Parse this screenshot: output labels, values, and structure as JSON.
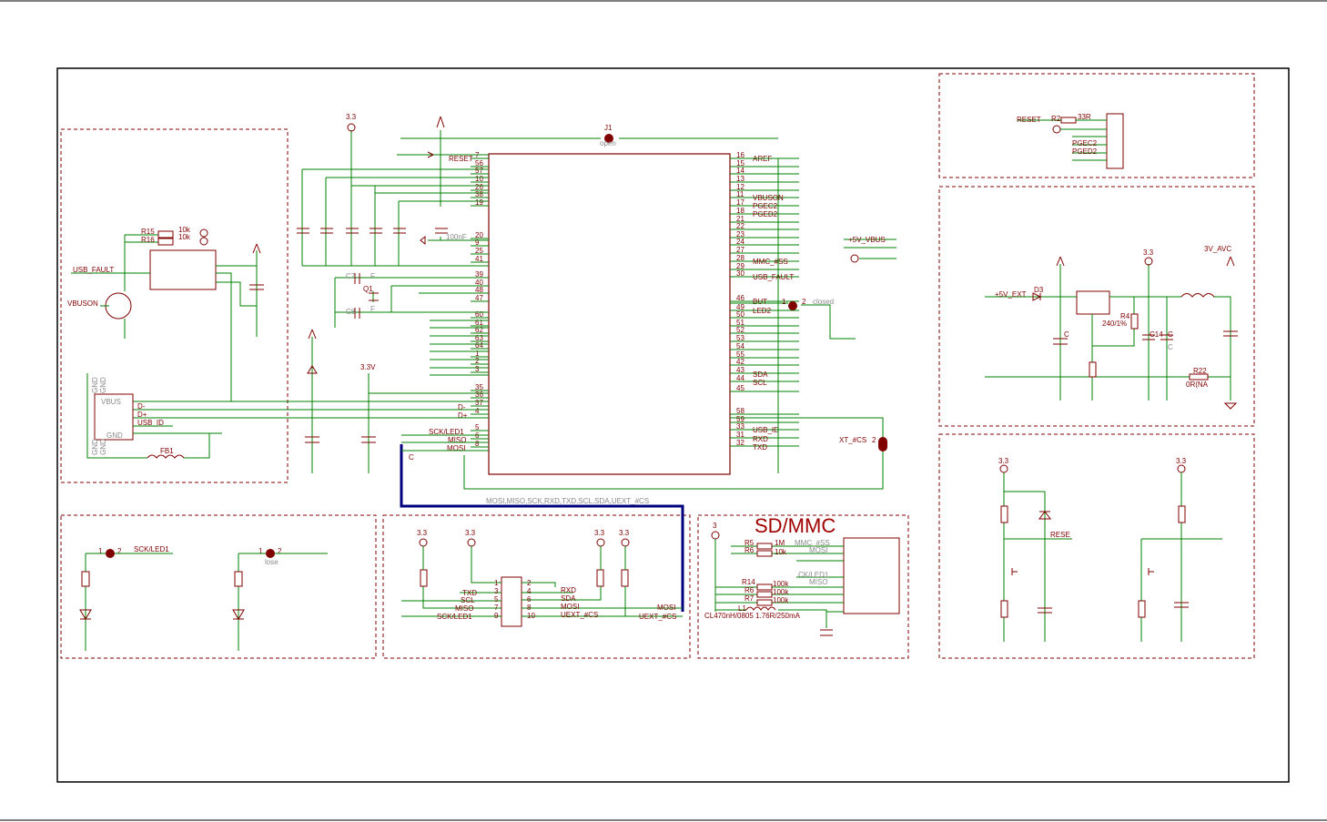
{
  "big_title": "SD/MMC",
  "pins_left": [
    "7",
    "56",
    "57",
    "10",
    "26",
    "38",
    "19",
    "20",
    "9",
    "25",
    "41",
    "39",
    "40",
    "48",
    "47",
    "60",
    "61",
    "62",
    "63",
    "64",
    "1",
    "2",
    "3",
    "35",
    "36",
    "37",
    "4",
    "5",
    "6",
    "8"
  ],
  "pins_right": [
    "16",
    "15",
    "14",
    "13",
    "12",
    "11",
    "17",
    "18",
    "21",
    "22",
    "23",
    "24",
    "27",
    "28",
    "29",
    "30",
    "46",
    "49",
    "50",
    "51",
    "52",
    "53",
    "54",
    "55",
    "42",
    "43",
    "44",
    "45",
    "58",
    "59",
    "33",
    "31",
    "32"
  ],
  "mcu_left_labels": {
    "reset": "RESET",
    "dm": "D-",
    "dp": "D+",
    "sck": "SCK/LED1",
    "miso": "MISO",
    "mosi": "MOSI",
    "c": "C"
  },
  "mcu_right_labels": {
    "aref": "AREF",
    "vbuson": "VBUSON",
    "pgec2": "PGEC2",
    "pged2": "PGED2",
    "mmc_ss": "MMC_#SS",
    "usb_fault": "USB_FAULT",
    "but": "BUT",
    "led2": "LED2",
    "sda": "SDA",
    "scl": "SCL",
    "usb_id": "USB_ID",
    "rxd": "RXD",
    "txd": "TXD"
  },
  "labels": {
    "v33_top": "3.3",
    "v33v": "3.3V",
    "j1": "J1",
    "open": "open",
    "cap_100nf": "100nF",
    "closed": "closed",
    "j1_p1": "1",
    "j1_p2": "2",
    "c_c7": "C7",
    "c_c8": "C8",
    "q1": "Q1",
    "f1": "F",
    "f2": "F",
    "vbus5": "+5V_VBUS",
    "xt_cs": "XT_#CS",
    "xt_2": "2",
    "usb_fault": "USB_FAULT",
    "vbuson": "VBUSON",
    "r15": "R15",
    "r16": "R16",
    "k10a": "10k",
    "k10b": "10k",
    "vbus": "VBUS",
    "dm": "D-",
    "dp": "D+",
    "usb_id": "USB_ID",
    "gnd": "GND",
    "fb1": "FB1",
    "gnd_a": "GND",
    "gnd_b": "GND",
    "gnd_c": "GND",
    "gnd_d": "GND",
    "bus_label": "MOSI,MISO,SCK,RXD,TXD,SCL,SDA,UEXT_#CS",
    "sck_led1": "SCK/LED1",
    "lose": "lose",
    "p1a": "1",
    "p2a": "2",
    "p1b": "1",
    "p2b": "2",
    "u33a": "3.3",
    "u33b": "3.3",
    "u33c": "3.3",
    "u33d": "3.3",
    "txd": "TXD",
    "scl": "SCL",
    "miso": "MISO",
    "sckl": "SCK/LED1",
    "rxd": "RXD",
    "sda": "SDA",
    "mosi": "MOSI",
    "uext_cs": "UEXT_#CS",
    "mosi_r": "MOSI",
    "uext_cs_r": "UEXT_#CS",
    "n1": "1",
    "n2": "2",
    "n3": "3",
    "n4": "4",
    "n5": "5",
    "n6": "6",
    "n7": "7",
    "n8": "8",
    "n9": "9",
    "n10": "10",
    "sd_3": "3",
    "r5": "R5",
    "m1": "1M",
    "r6": "R6",
    "k10c": "10k",
    "mmc_ss": "MMC_#SS",
    "mosi_sd": "MOSI",
    "ck_led1": "CK/LED1",
    "miso_sd": "MISO",
    "r14": "R14",
    "k100a": "100k",
    "r_b": "R6",
    "k100b": "100k",
    "r_c": "R7",
    "k100c": "100k",
    "l1": "L1",
    "l1_desc": "CL470nH/0805 1.76R/250mA",
    "reset": "RESET",
    "r_reset": "R2",
    "r33": "33R",
    "pgec2": "PGEC2",
    "pged2": "PGED2",
    "v5ext": "+5V_EXT",
    "d3": "D3",
    "r4": "R4",
    "r4v": "240/1%",
    "c14": "C14",
    "cc": "C",
    "c_c2": "C",
    "v33r": "3.3",
    "v3avc": "3V_AVC",
    "r22": "R22",
    "r22v": "0R(NA",
    "c_cap": "C",
    "rst33a": "3.3",
    "rst33b": "3.3",
    "rese": "RESE"
  }
}
